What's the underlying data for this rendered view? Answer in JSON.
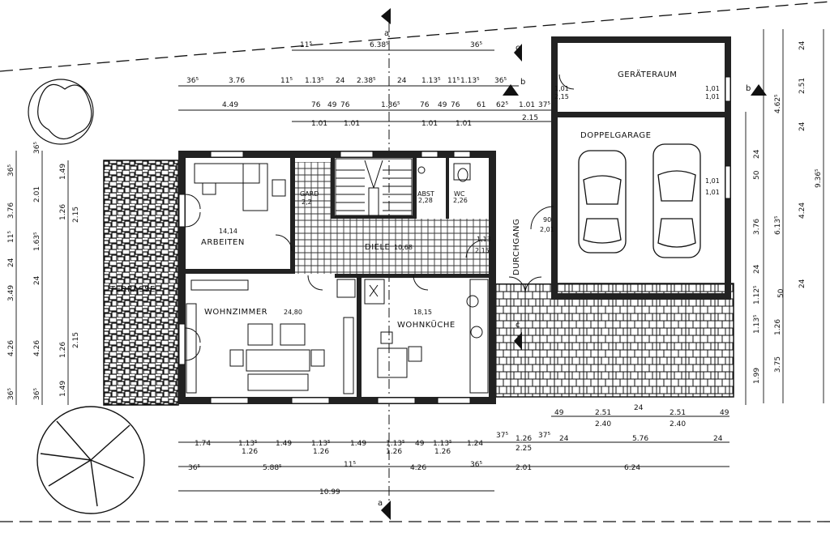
{
  "rooms": {
    "garage_store": "GERÄTERAUM",
    "double_garage": "DOPPELGARAGE",
    "garderobe": "GARD",
    "garderobe_area": "2,2",
    "storage": "ABST",
    "storage_area": "2,28",
    "wc": "WC",
    "wc_area": "2,26",
    "study": "ARBEITEN",
    "study_area": "14,14",
    "hall": "DIELE",
    "hall_area": "10,68",
    "passage": "DURCHGANG",
    "living": "WOHNZIMMER",
    "living_area": "24,80",
    "kitchen": "WOHNKÜCHE",
    "kitchen_area": "18,15",
    "terrace": "TERRASSE"
  },
  "section_marks": {
    "a": "a",
    "b": "b",
    "c": "c"
  },
  "openings": {
    "store_door_w": "1,01",
    "store_door_h": "2,15",
    "store_win_w": "1,01",
    "store_win_h": "1,01",
    "garage_win_w": "1,01",
    "garage_win_h": "1,01",
    "passage_door_w": "90",
    "passage_door_h": "2,01",
    "hall_door_w": "1,13",
    "hall_door_h": "2,15"
  },
  "dims_top": {
    "r1": [
      "11⁵",
      "6.38⁵",
      "36⁵"
    ],
    "r2": [
      "36⁵",
      "3.76",
      "11⁵",
      "1.13⁵",
      "24",
      "2.38⁵",
      "24",
      "1.13⁵",
      "11⁵",
      "1.13⁵",
      "36⁵"
    ],
    "r3": [
      "4.49",
      "76",
      "49",
      "76",
      "1.86⁵",
      "76",
      "49",
      "76",
      "61",
      "62⁵",
      "1.01",
      "37⁵"
    ],
    "r4": [
      "1.01",
      "1.01",
      "1.01",
      "1.01",
      "2.15"
    ]
  },
  "dims_bottom": {
    "r1": [
      "1.74",
      "1.13⁵",
      "1.49",
      "1.13⁵",
      "1.49",
      "1.13⁵",
      "49",
      "1.13⁵",
      "1.24",
      "37⁵",
      "1.26",
      "37⁵",
      "24",
      "5.76",
      "24"
    ],
    "r1b": [
      "1.26",
      "1.26",
      "1.26",
      "1.26",
      "2.25"
    ],
    "r2": [
      "36⁵",
      "5.88⁵",
      "11⁵",
      "4.26",
      "36⁵",
      "2.01",
      "6.24"
    ],
    "r3": [
      "10.99"
    ],
    "garage": [
      "49",
      "2.51",
      "24",
      "2.51",
      "49"
    ],
    "garage_b": [
      "2.40",
      "2.40"
    ]
  },
  "dims_left": {
    "outer": [
      "36⁵",
      "3.76",
      "11⁵",
      "24",
      "3.49",
      "4.26",
      "36⁵"
    ],
    "mid": [
      "36⁵",
      "2.01",
      "1.63⁵",
      "24",
      "4.26",
      "36⁵"
    ],
    "inner": [
      "1.49",
      "1.26",
      "1.26",
      "1.49"
    ],
    "inner_b": [
      "2.15",
      "2.15"
    ]
  },
  "dims_right": {
    "outer": [
      "9.36⁵"
    ],
    "mid": [
      "4.62⁵",
      "6.13⁵",
      "3.75"
    ],
    "inner": [
      "24",
      "2.51",
      "24",
      "4.24",
      "24"
    ],
    "garage": [
      "24",
      "50",
      "3.76",
      "24",
      "50"
    ],
    "lower": [
      "1.12⁵",
      "1.13⁵",
      "1.26",
      "1.99"
    ]
  }
}
